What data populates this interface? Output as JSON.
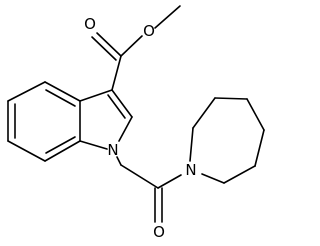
{
  "molecule": {
    "atoms": {
      "ester_carbonyl_o": "O",
      "ester_ether_o": "O",
      "indole_n": "N",
      "azepane_n": "N",
      "amide_o": "O"
    }
  },
  "colors": {
    "bond": "#000000",
    "label": "#000000",
    "background": "#ffffff"
  }
}
